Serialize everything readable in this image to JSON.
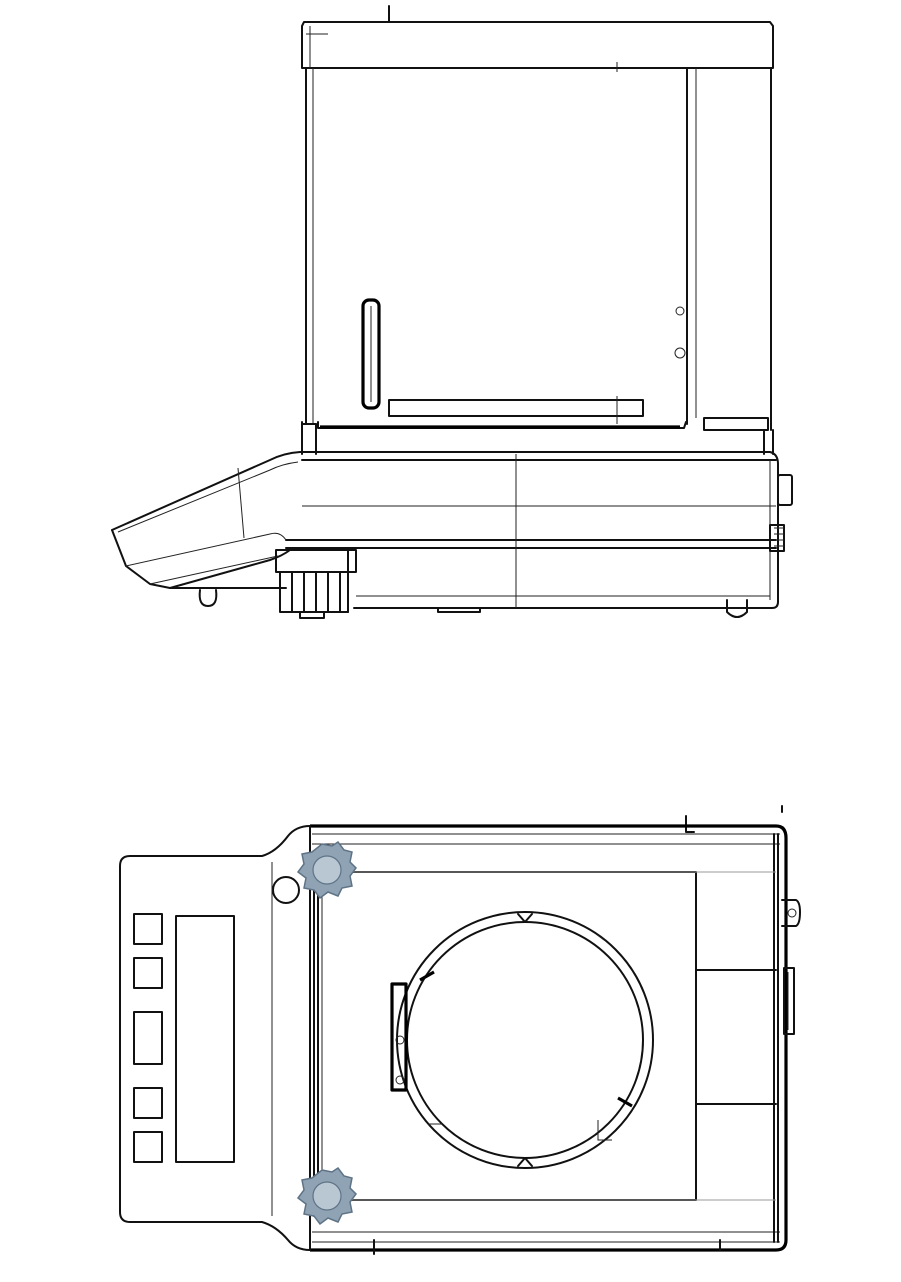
{
  "views": [
    {
      "id": "side-view"
    },
    {
      "id": "top-view"
    }
  ],
  "colors": {
    "line": "#111111",
    "background": "#ffffff",
    "leveling_foot": "#8fa3b4"
  },
  "keypad": {
    "key_count": 5
  }
}
